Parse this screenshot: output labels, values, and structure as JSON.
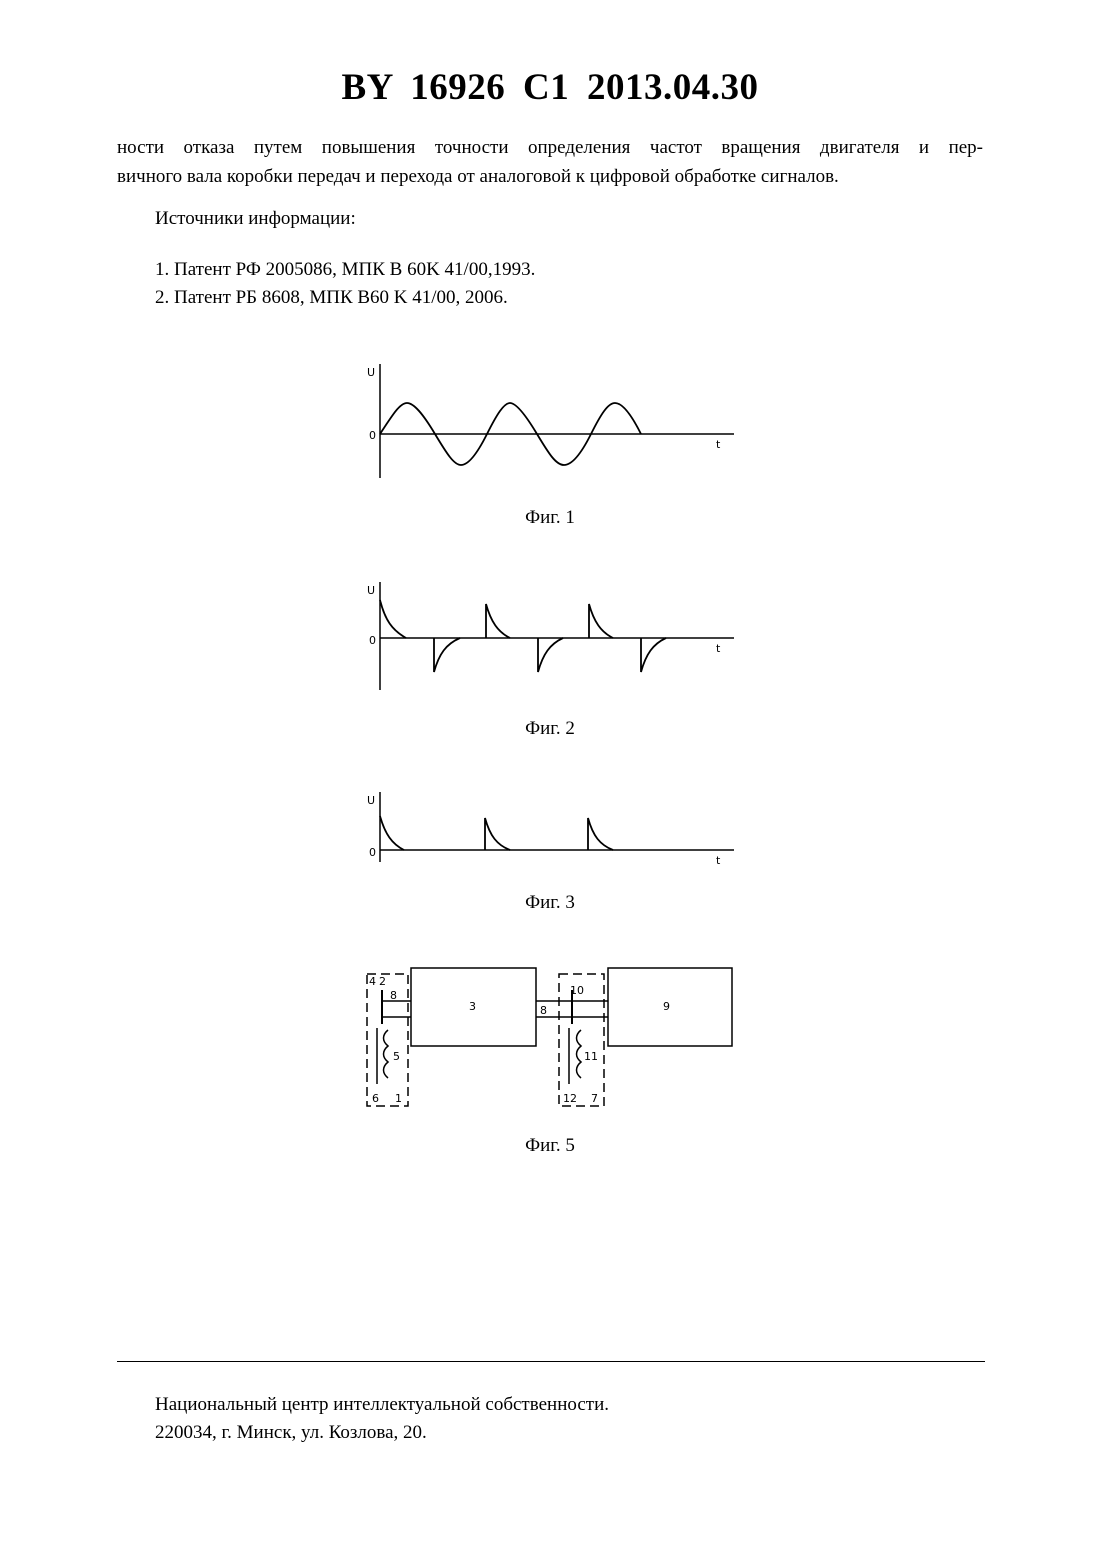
{
  "header": {
    "title": "BY  16926  C1  2013.04.30"
  },
  "body": {
    "para_line1": "ности отказа путем повышения точности определения частот вращения двигателя и пер-",
    "para_line2": "вичного вала коробки передач и перехода от аналоговой к цифровой обработке сигналов."
  },
  "sources": {
    "title": "Источники информации:",
    "items": [
      "1. Патент РФ 2005086, МПК B 60K 41/00,1993.",
      "2. Патент РБ 8608, МПК B60 K 41/00, 2006."
    ]
  },
  "figures": {
    "fig1": {
      "caption": "Фиг. 1",
      "y_label": "U",
      "zero_label": "0",
      "x_label": "t"
    },
    "fig2": {
      "caption": "Фиг. 2",
      "y_label": "U",
      "zero_label": "0",
      "x_label": "t"
    },
    "fig3": {
      "caption": "Фиг. 3",
      "y_label": "U",
      "zero_label": "0",
      "x_label": "t"
    },
    "fig5": {
      "caption": "Фиг. 5",
      "labels": {
        "l1": "1",
        "l2": "2",
        "l3": "3",
        "l4": "4",
        "l5": "5",
        "l6": "6",
        "l7": "7",
        "l8a": "8",
        "l8b": "8",
        "l9": "9",
        "l10": "10",
        "l11": "11",
        "l12": "12"
      }
    }
  },
  "footer": {
    "line1": "Национальный центр интеллектуальной собственности.",
    "line2": "220034, г. Минск, ул. Козлова, 20."
  }
}
